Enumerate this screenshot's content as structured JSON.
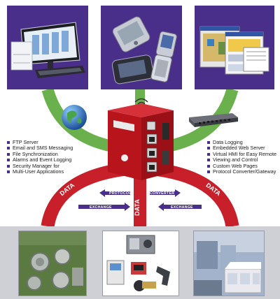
{
  "left_features": [
    "FTP Server",
    "Email and SMS Messaging",
    "File Synchronization",
    "Alarms and Event Logging",
    "Security Manager for",
    "Multi-User Applications"
  ],
  "right_features": [
    "Data Logging",
    "Embedded Web Server",
    "Virtual HMI for Easy Remote",
    "Viewing and Control",
    "Custom Web Pages",
    "Protocol Converter/Gateway"
  ],
  "arc_labels": {
    "left": "DATA",
    "center": "DATA",
    "right": "DATA"
  },
  "arrows": {
    "protocol": "PROTOCOL",
    "converter": "CONVERTER",
    "exchange_left": "EXCHANGE",
    "exchange_right": "EXCHANGE"
  },
  "colors": {
    "panel_purple": "#4a2f8a",
    "green_arc": "#6ab04c",
    "red_arc": "#c8202a",
    "device_red": "#b8141c"
  },
  "icons": [
    "globe-icon",
    "wireless-signal-icon",
    "network-switch-icon"
  ]
}
